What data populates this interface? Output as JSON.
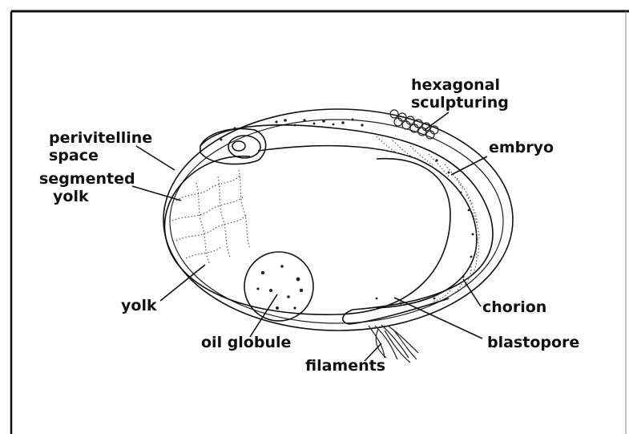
{
  "labels": {
    "hexagonal": "hexagonal",
    "sculpturing": "sculpturing",
    "perivitelline": "perivitelline",
    "space": "space",
    "embryo": "embryo",
    "segmented": "segmented",
    "yolk_top": "yolk",
    "yolk": "yolk",
    "oil_globule": "oil globule",
    "chorion": "chorion",
    "blastopore": "blastopore",
    "filaments": "filaments"
  },
  "colors": {
    "ink": "#111111",
    "background": "#ffffff"
  }
}
